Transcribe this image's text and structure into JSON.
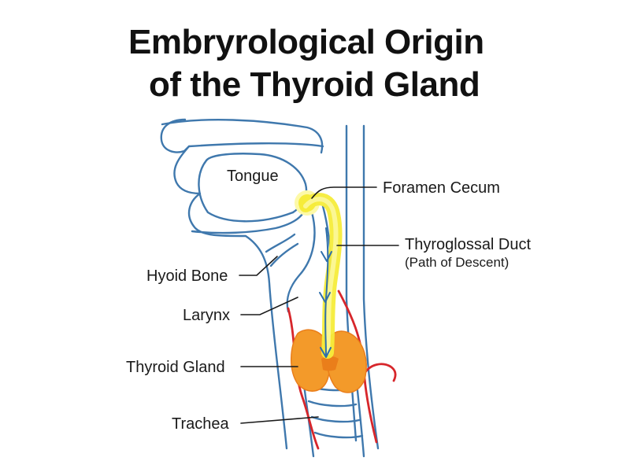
{
  "title": {
    "line1": "Embryrological Origin",
    "line2": "of the Thyroid Gland"
  },
  "labels": {
    "tongue": "Tongue",
    "foramen_cecum": "Foramen Cecum",
    "thyroglossal_duct": "Thyroglossal Duct",
    "path_of_descent": "(Path of Descent)",
    "hyoid_bone": "Hyoid Bone",
    "larynx": "Larynx",
    "thyroid_gland": "Thyroid Gland",
    "trachea": "Trachea"
  },
  "colors": {
    "outline": "#3f78ad",
    "duct": "#f5ec3a",
    "duct_highlight": "#fdf9a8",
    "thyroid": "#f39a2a",
    "thyroid_dark": "#ea7e1a",
    "artery": "#d7262b",
    "arrow": "#2f6faa",
    "leader": "#1a1a1a"
  }
}
